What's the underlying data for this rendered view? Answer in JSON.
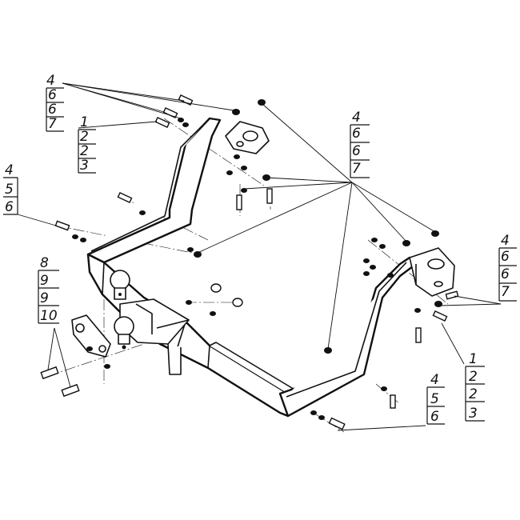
{
  "callouts": [
    {
      "id": "tl-a",
      "labels": [
        "4",
        "6",
        "6",
        "7"
      ]
    },
    {
      "id": "tl-b",
      "labels": [
        "1",
        "2",
        "2",
        "3"
      ]
    },
    {
      "id": "l-mid",
      "labels": [
        "4",
        "5",
        "6"
      ]
    },
    {
      "id": "l-bot",
      "labels": [
        "8",
        "9",
        "9",
        "10"
      ]
    },
    {
      "id": "top-right",
      "labels": [
        "4",
        "6",
        "6",
        "7"
      ]
    },
    {
      "id": "r-mid",
      "labels": [
        "4",
        "6",
        "6",
        "7"
      ]
    },
    {
      "id": "r-bot",
      "labels": [
        "1",
        "2",
        "2",
        "3"
      ]
    },
    {
      "id": "b-mid",
      "labels": [
        "4",
        "5",
        "6"
      ]
    }
  ]
}
